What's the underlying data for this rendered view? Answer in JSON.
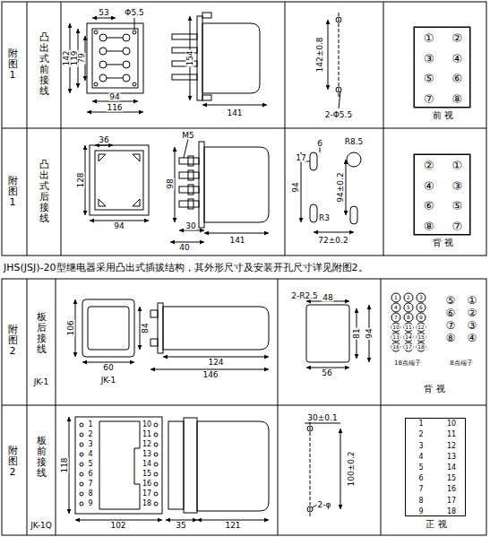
{
  "diagram": {
    "nodes": [
      {
        "text": [
          "①",
          "②",
          "③",
          "④",
          "⑤",
          "⑥",
          "⑦",
          "⑧",
          "前  视"
        ]
      },
      {
        "text": [
          "②",
          "①",
          "④",
          "③",
          "⑥",
          "⑤",
          "⑧",
          "⑦",
          "背  视"
        ]
      },
      {
        "text": [
          "1",
          "10",
          "2",
          "11",
          "3",
          "12",
          "4",
          "13",
          "5",
          "14",
          "6",
          "15",
          "7",
          "16",
          "8",
          "17",
          "9",
          "18",
          "正  视"
        ]
      }
    ],
    "labels": [
      "附图1",
      "凸出式前接线",
      "53",
      "Φ5.5",
      "142",
      "119",
      "79",
      "94",
      "116",
      "154",
      "141",
      "142±0.8",
      "2-Φ5.5",
      "附图1",
      "凸出式后接线",
      "36",
      "128",
      "94",
      "M5",
      "98",
      "30",
      "40",
      "141",
      "17",
      "6",
      "R8.5",
      "94",
      "94±0.2",
      "R3",
      "72±0.2",
      "JHS(JSJ)-20型继电器采用凸出式插拔结构，其外形尺寸及安装开孔尺寸详见附图2。",
      "附图2",
      "板后接线",
      "JK-1",
      "106",
      "84",
      "60",
      "JK-1",
      "124",
      "146",
      "2-R2.5",
      "48",
      "81",
      "94",
      "56",
      "1",
      "2",
      "3",
      "4",
      "5",
      "6",
      "7",
      "8",
      "9",
      "10",
      "11",
      "12",
      "13",
      "14",
      "15",
      "16",
      "17",
      "18",
      "⑤",
      "①",
      "⑥",
      "②",
      "⑦",
      "③",
      "⑧",
      "④",
      "18点端子",
      "8点端子",
      "背  视",
      "附图2",
      "板前接线",
      "JK-1Q",
      "1",
      "2",
      "3",
      "4",
      "5",
      "6",
      "7",
      "8",
      "9",
      "10",
      "11",
      "12",
      "13",
      "14",
      "15",
      "16",
      "17",
      "18",
      "118",
      "102",
      "35",
      "121",
      "30±0.1",
      "100±0.2",
      "2-φ"
    ]
  }
}
